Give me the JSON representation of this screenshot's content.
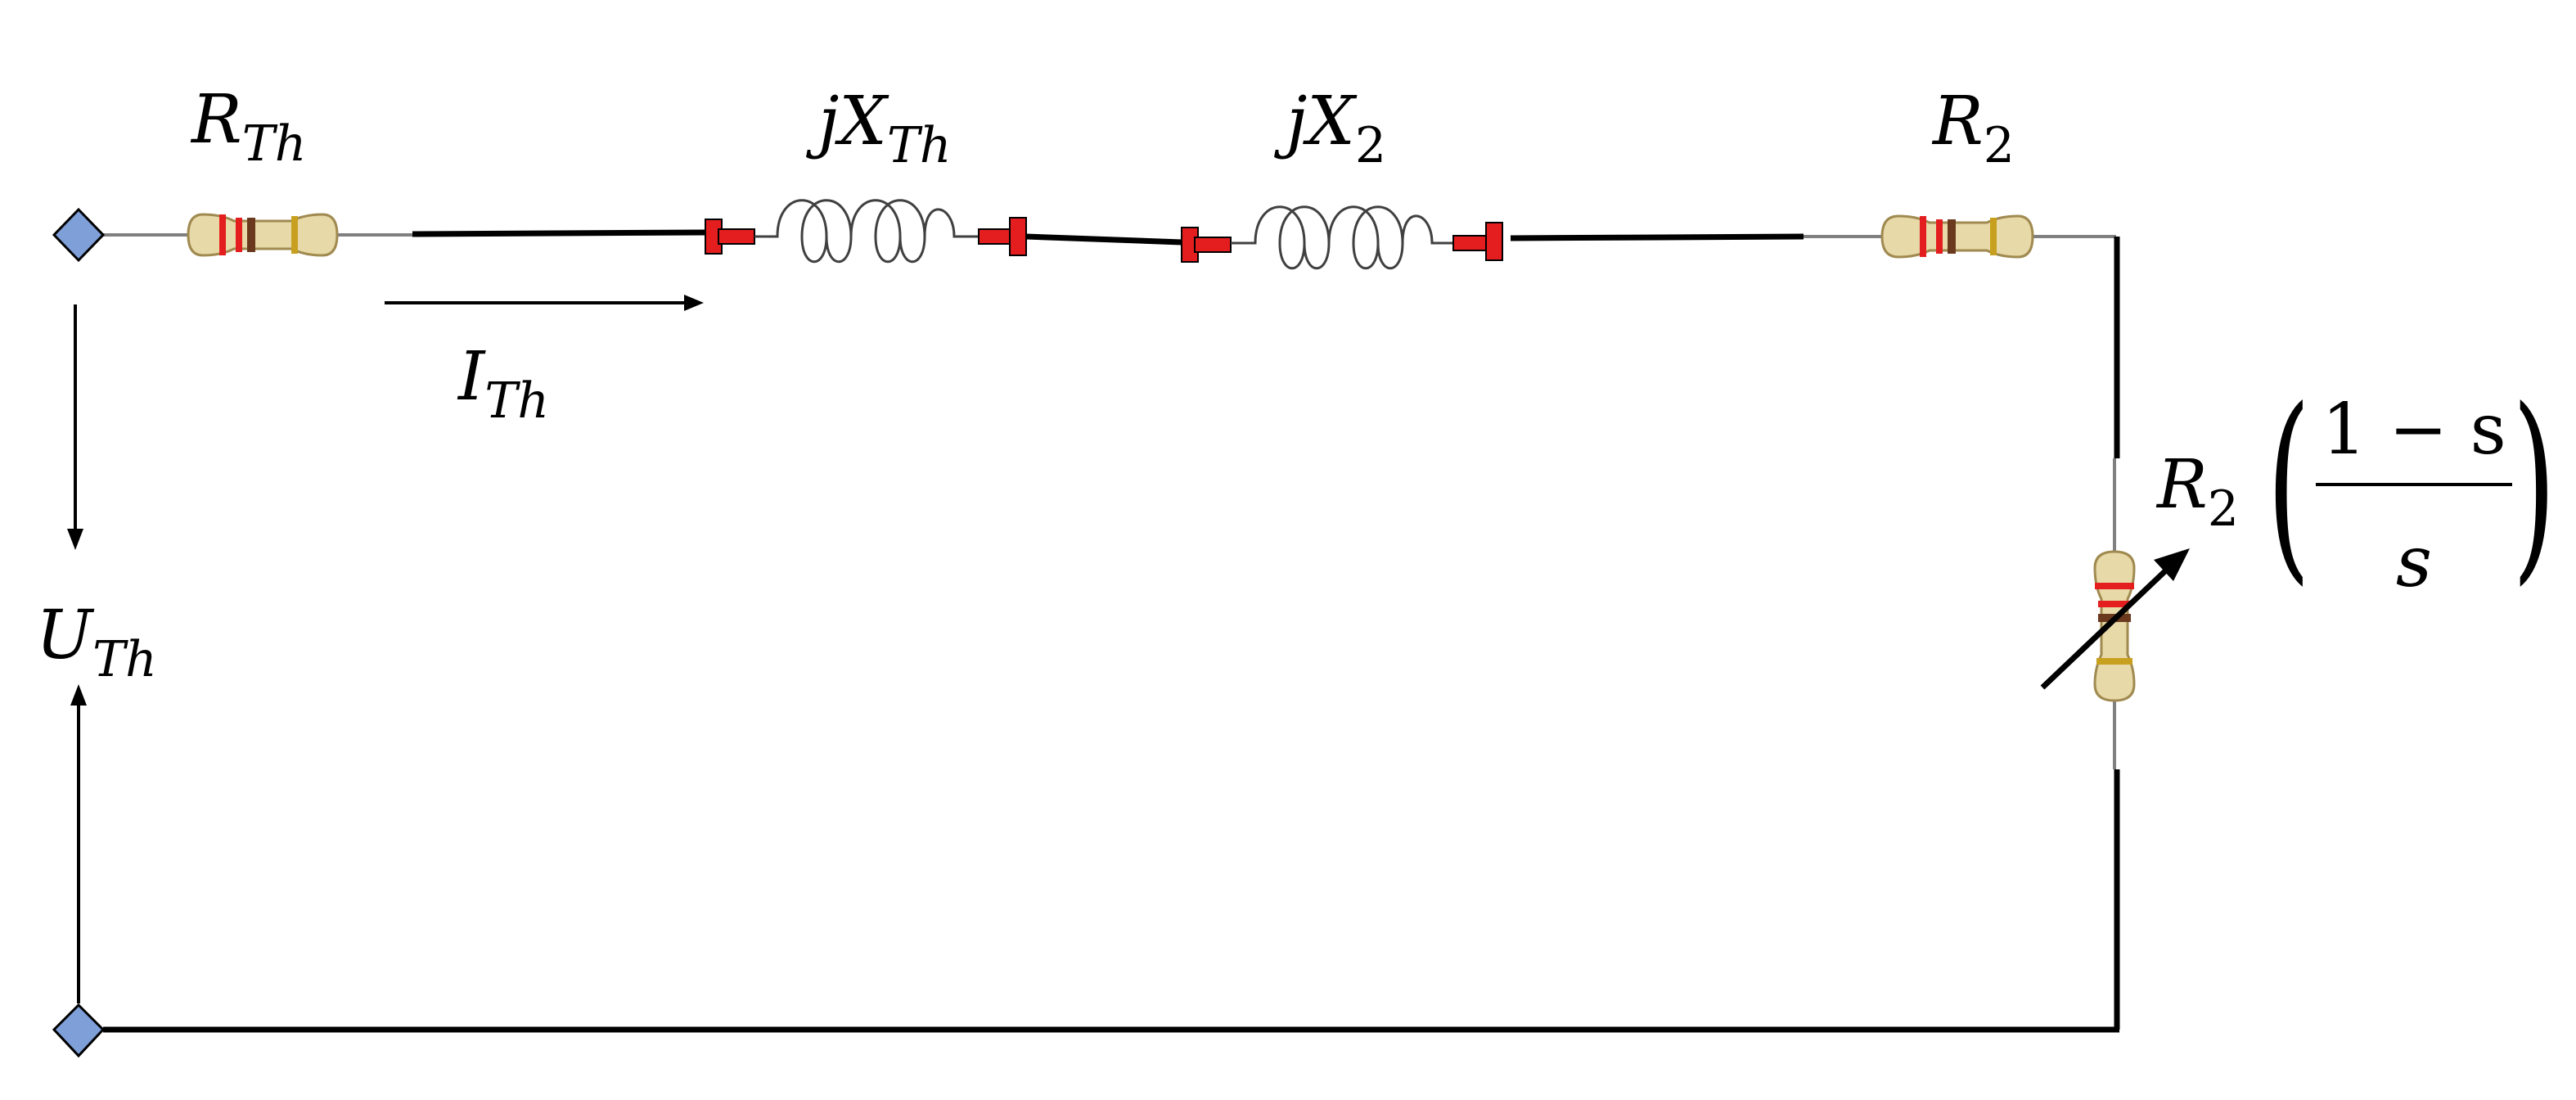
{
  "diagram": {
    "labels": {
      "r_th": {
        "main": "R",
        "sub": "Th"
      },
      "jx_th": {
        "main": "jX",
        "sub": "Th"
      },
      "jx_2": {
        "main": "jX",
        "sub": "2"
      },
      "r_2": {
        "main": "R",
        "sub": "2"
      },
      "i_th": {
        "main": "I",
        "sub": "Th"
      },
      "u_th": {
        "main": "U",
        "sub": "Th"
      },
      "load": {
        "main": "R",
        "sub": "2",
        "numerator": "1 − s",
        "denominator": "s",
        "open_paren": "(",
        "close_paren": ")"
      }
    },
    "colors": {
      "wire": "#000000",
      "thin_lead": "#808080",
      "terminal": "#7F9FD9",
      "inductor_cap": "#E41E1E",
      "resistor_body": "#E8D9A8",
      "band_red": "#E41E1E",
      "band_brown": "#6B3A1E",
      "band_gold": "#C8A020"
    }
  }
}
